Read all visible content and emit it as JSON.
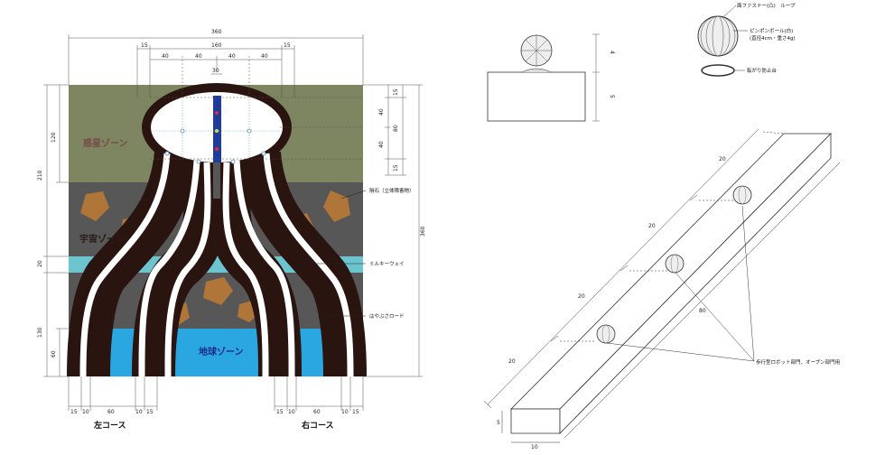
{
  "field": {
    "zones": {
      "planet": "惑星ゾーン",
      "space": "宇宙ゾーン",
      "earth": "地球ゾーン"
    },
    "callouts": {
      "meteor": "隕石（立体障害物）",
      "milky_way": "ミルキーウェイ",
      "hayabusa_road": "はやぶさロード"
    },
    "courses": {
      "left": "左コース",
      "right": "右コース"
    },
    "dims": {
      "top_total": "360",
      "top_15_left": "15",
      "top_160": "160",
      "top_15_right": "15",
      "top_40_a": "40",
      "top_40_b": "40",
      "top_40_c": "40",
      "top_40_d": "40",
      "top_30": "30",
      "left_210": "210",
      "left_120": "120",
      "left_20": "20",
      "left_130": "130",
      "left_60": "60",
      "right_360": "360",
      "right_15_top": "15",
      "right_40_a": "40",
      "right_80": "80",
      "right_40_b": "40",
      "right_15_bot": "15",
      "b_15_1": "15",
      "b_10_1": "10",
      "b_60_1": "60",
      "b_10_2": "10",
      "b_15_2": "15",
      "b_15_3": "15",
      "b_10_3": "10",
      "b_60_2": "60",
      "b_10_4": "10",
      "b_15_4": "15"
    },
    "colors": {
      "planet": "#7d8561",
      "space": "#575757",
      "milky_way": "#6cc4cf",
      "earth": "#2aa6e0",
      "track": "#2a1410",
      "meteor": "#b07538",
      "center_line": "#1f3c9c"
    }
  },
  "detail": {
    "labels": {
      "fastener": "面ファスナー(凸)　ループ",
      "pingpong": "ピンポンボール(白)",
      "pingpong_spec": "(直径4cm・重さ4g)",
      "anti_roll": "転がり防止台",
      "target": "歩行型ロボット部門、オープン部門用"
    },
    "dims": {
      "small_4": "4",
      "small_5": "5",
      "beam_20_top": "20",
      "beam_20_a": "20",
      "beam_20_b": "20",
      "beam_20_left": "20",
      "beam_80": "80",
      "beam_5": "5",
      "beam_10": "10"
    }
  }
}
